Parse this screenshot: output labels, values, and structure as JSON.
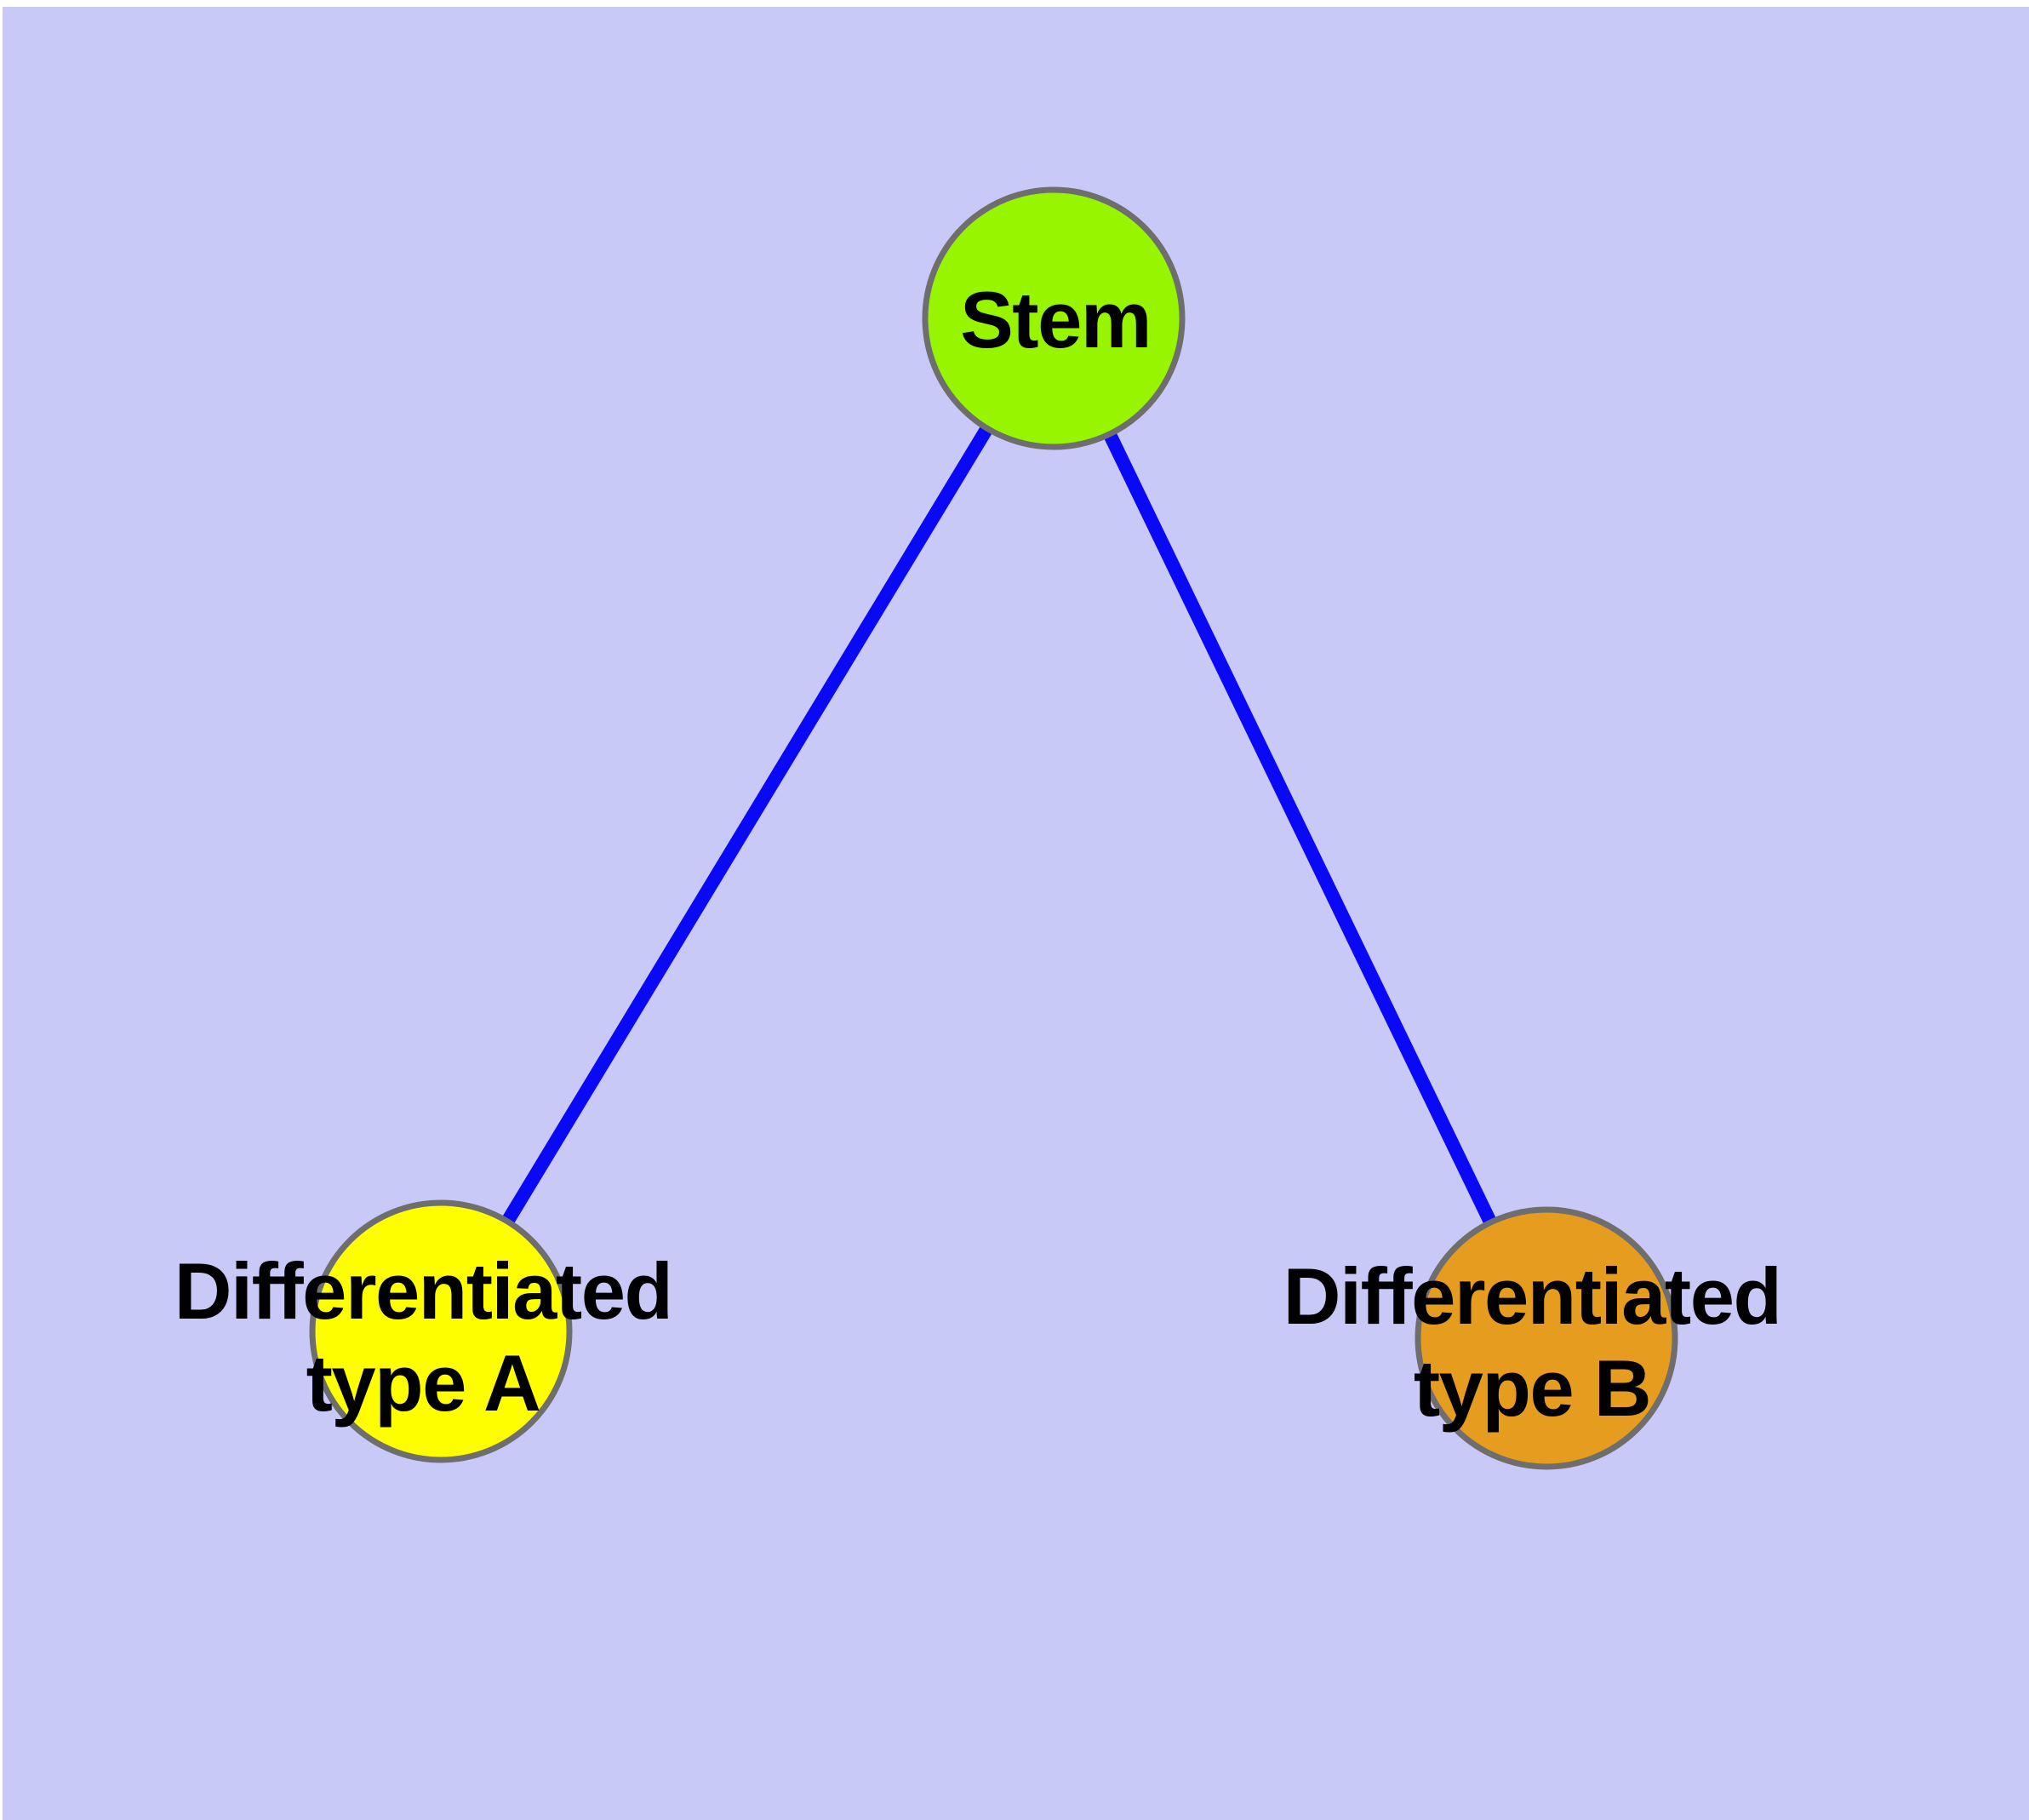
{
  "diagram": {
    "background_color": "#C9C9F7",
    "page_margin_color": "#FFFFFF",
    "edge_color": "#0909F5",
    "node_border_color": "#6E6E6E",
    "label_color": "#000000",
    "nodes": [
      {
        "id": "stem",
        "label_lines": [
          "Stem"
        ],
        "fill_color": "#97F500"
      },
      {
        "id": "differentiated-type-a",
        "label_lines": [
          "Differentiated",
          "type A"
        ],
        "fill_color": "#FEFE00"
      },
      {
        "id": "differentiated-type-b",
        "label_lines": [
          "Differentiated",
          "type B"
        ],
        "fill_color": "#E69C1E"
      }
    ],
    "edges": [
      {
        "from": "Stem",
        "to": "Differentiated type A"
      },
      {
        "from": "Stem",
        "to": "Differentiated type B"
      }
    ]
  }
}
